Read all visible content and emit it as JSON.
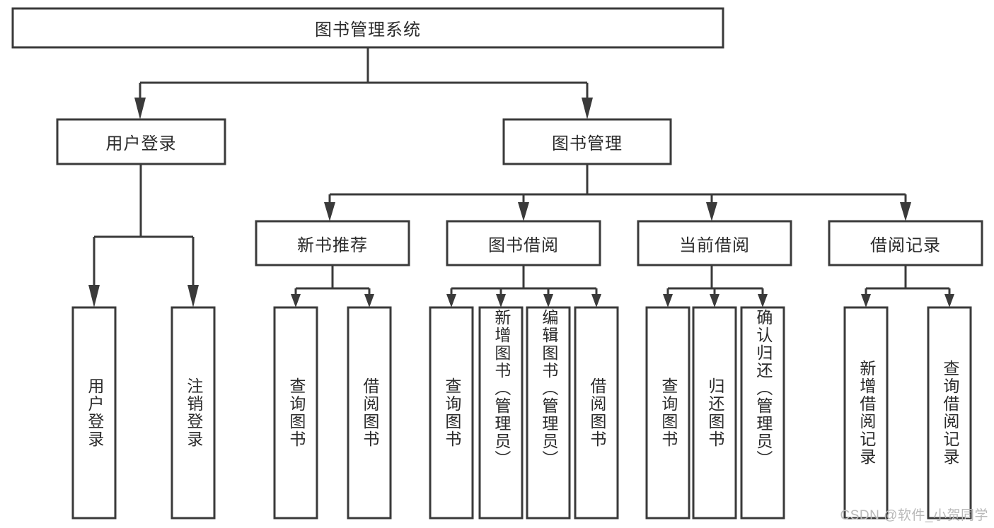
{
  "diagram": {
    "type": "tree-hierarchy",
    "title": "图书管理系统",
    "orientation": "top-down",
    "colors": {
      "box_stroke": "#3a3a3a",
      "box_fill": "#ffffff",
      "text": "#2b2b2b",
      "background": "#ffffff",
      "watermark": "#b9b9b9"
    },
    "root": {
      "label": "图书管理系统"
    },
    "level1": [
      {
        "label": "用户登录"
      },
      {
        "label": "图书管理"
      }
    ],
    "level2": [
      {
        "label": "新书推荐"
      },
      {
        "label": "图书借阅"
      },
      {
        "label": "当前借阅"
      },
      {
        "label": "借阅记录"
      }
    ],
    "leaves": {
      "user_login": [
        {
          "label": "用户登录"
        },
        {
          "label": "注销登录"
        }
      ],
      "new_book_recommend": [
        {
          "label": "查询图书"
        },
        {
          "label": "借阅图书"
        }
      ],
      "book_borrow": [
        {
          "label": "查询图书"
        },
        {
          "label": "新增图书（管理员）"
        },
        {
          "label": "编辑图书（管理员）"
        },
        {
          "label": "借阅图书"
        }
      ],
      "current_borrow": [
        {
          "label": "查询图书"
        },
        {
          "label": "归还图书"
        },
        {
          "label": "确认归还（管理员）"
        }
      ],
      "borrow_record": [
        {
          "label": "新增借阅记录"
        },
        {
          "label": "查询借阅记录"
        }
      ]
    }
  },
  "watermark": {
    "text": "CSDN @软件_小贺同学"
  }
}
